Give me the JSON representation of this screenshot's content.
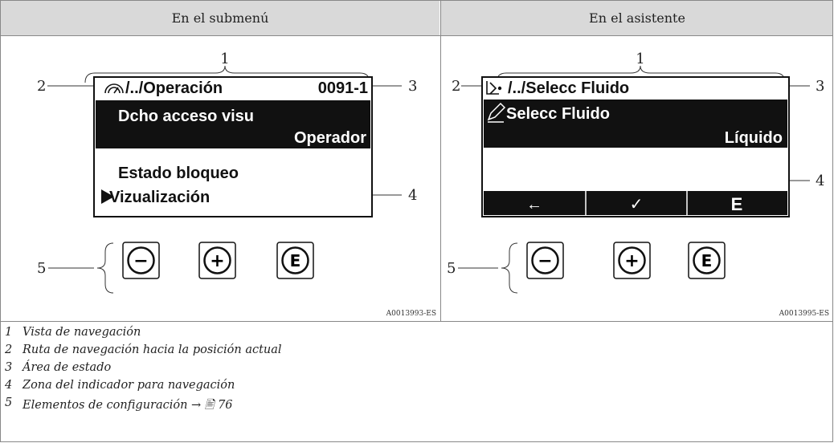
{
  "panels": [
    {
      "heading": "En el submenú",
      "callouts": [
        "1",
        "2",
        "3",
        "4",
        "5"
      ],
      "display": {
        "path": "/../Operación",
        "status": "0091-1",
        "rows": [
          "Dcho acceso visu",
          "Operador",
          "Estado bloqueo",
          "Vizualización"
        ]
      },
      "code": "A0013993-ES"
    },
    {
      "heading": "En el asistente",
      "callouts": [
        "1",
        "2",
        "3",
        "4",
        "5"
      ],
      "display": {
        "path": "/../Selecc Fluido",
        "title": "Selecc Fluido",
        "value": "Líquido",
        "softkeys": [
          "←",
          "✓",
          "E"
        ]
      },
      "code": "A0013995-ES"
    }
  ],
  "keys": [
    "−",
    "+",
    "E"
  ],
  "legend": [
    {
      "num": "1",
      "text": "Vista de navegación"
    },
    {
      "num": "2",
      "text": "Ruta de navegación hacia la posición actual"
    },
    {
      "num": "3",
      "text": "Área de estado"
    },
    {
      "num": "4",
      "text": "Zona del indicador para navegación"
    },
    {
      "num": "5",
      "text": "Elementos de configuración → 🖹 76"
    }
  ]
}
